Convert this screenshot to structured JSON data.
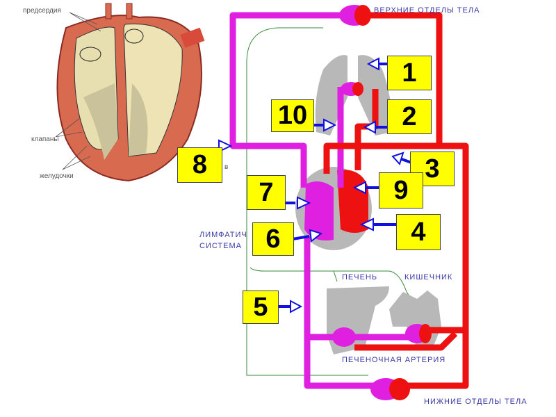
{
  "heart_labels": {
    "atria": "предсердия",
    "valves": "клапаны",
    "ventricles": "желудочки",
    "partial": "в"
  },
  "labels": {
    "upper_body": "ВЕРХНИЕ ОТДЕЛЫ ТЕЛА",
    "lymph_1": "ЛИМФАТИЧ",
    "lymph_2": "СИСТЕМА",
    "liver": "ПЕЧЕНЬ",
    "intestine": "КИШЕЧНИК",
    "hepatic_artery": "ПЕЧЕНОЧНАЯ АРТЕРИЯ",
    "lower_body": "НИЖНИЕ ОТДЕЛЫ ТЕЛА"
  },
  "markers": [
    "1",
    "2",
    "3",
    "4",
    "5",
    "6",
    "7",
    "8",
    "9",
    "10"
  ],
  "colors": {
    "venous": "#e020e0",
    "arterial": "#ee1111",
    "marker": "#ffff00",
    "arrow": "#1010e0",
    "lymph": "#3a8a3a",
    "organ": "#b8b8b8"
  }
}
